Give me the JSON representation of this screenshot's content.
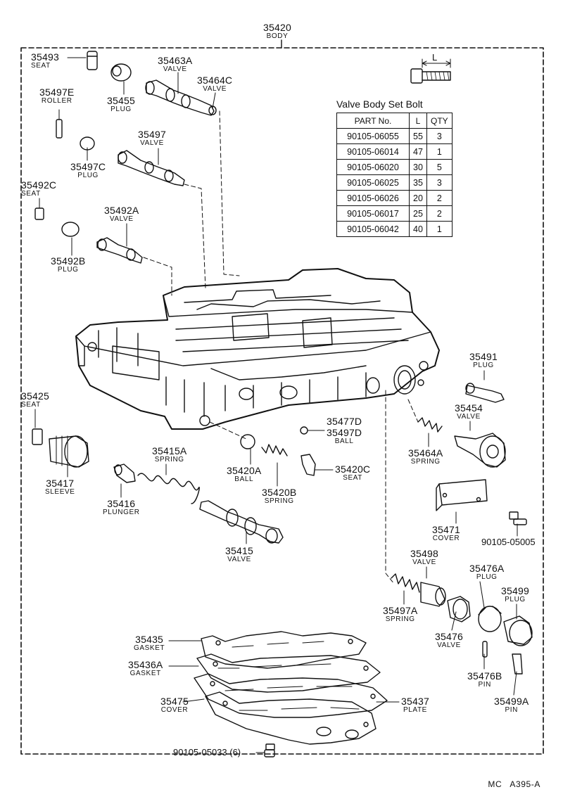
{
  "body_label": {
    "part": "35420",
    "name": "BODY"
  },
  "parts": [
    {
      "id": "35493",
      "part": "35493",
      "name": "SEAT"
    },
    {
      "id": "35455",
      "part": "35455",
      "name": "PLUG"
    },
    {
      "id": "35463a",
      "part": "35463A",
      "name": "VALVE"
    },
    {
      "id": "35464c",
      "part": "35464C",
      "name": "VALVE"
    },
    {
      "id": "35497e",
      "part": "35497E",
      "name": "ROLLER"
    },
    {
      "id": "35497",
      "part": "35497",
      "name": "VALVE"
    },
    {
      "id": "35497c",
      "part": "35497C",
      "name": "PLUG"
    },
    {
      "id": "35492c",
      "part": "35492C",
      "name": "SEAT"
    },
    {
      "id": "35492a",
      "part": "35492A",
      "name": "VALVE"
    },
    {
      "id": "35492b",
      "part": "35492B",
      "name": "PLUG"
    },
    {
      "id": "35491",
      "part": "35491",
      "name": "PLUG"
    },
    {
      "id": "35454",
      "part": "35454",
      "name": "VALVE"
    },
    {
      "id": "35464a",
      "part": "35464A",
      "name": "SPRING"
    },
    {
      "id": "35425",
      "part": "35425",
      "name": "SEAT"
    },
    {
      "id": "35417",
      "part": "35417",
      "name": "SLEEVE"
    },
    {
      "id": "35415a",
      "part": "35415A",
      "name": "SPRING"
    },
    {
      "id": "35416",
      "part": "35416",
      "name": "PLUNGER"
    },
    {
      "id": "35415",
      "part": "35415",
      "name": "VALVE"
    },
    {
      "id": "35477d",
      "part": "35477D",
      "name": ""
    },
    {
      "id": "35497d",
      "part": "35497D",
      "name": "BALL"
    },
    {
      "id": "35420a",
      "part": "35420A",
      "name": "BALL"
    },
    {
      "id": "35420b",
      "part": "35420B",
      "name": "SPRING"
    },
    {
      "id": "35420c",
      "part": "35420C",
      "name": "SEAT"
    },
    {
      "id": "35471",
      "part": "35471",
      "name": "COVER"
    },
    {
      "id": "35498",
      "part": "35498",
      "name": "VALVE"
    },
    {
      "id": "35476a",
      "part": "35476A",
      "name": "PLUG"
    },
    {
      "id": "35499",
      "part": "35499",
      "name": "PLUG"
    },
    {
      "id": "35497a",
      "part": "35497A",
      "name": "SPRING"
    },
    {
      "id": "35476",
      "part": "35476",
      "name": "VALVE"
    },
    {
      "id": "35476b",
      "part": "35476B",
      "name": "PIN"
    },
    {
      "id": "35499a",
      "part": "35499A",
      "name": "PIN"
    },
    {
      "id": "35435",
      "part": "35435",
      "name": "GASKET"
    },
    {
      "id": "35436a",
      "part": "35436A",
      "name": "GASKET"
    },
    {
      "id": "35475",
      "part": "35475",
      "name": "COVER"
    },
    {
      "id": "35437",
      "part": "35437",
      "name": "PLATE"
    }
  ],
  "bolts": {
    "b05005": "90105-05005",
    "b05033": "90105-05033 (6)"
  },
  "length_marker": "L",
  "bolt_table": {
    "title": "Valve Body Set Bolt",
    "headers": [
      "PART No.",
      "L",
      "QTY"
    ],
    "rows": [
      [
        "90105-06055",
        "55",
        "3"
      ],
      [
        "90105-06014",
        "47",
        "1"
      ],
      [
        "90105-06020",
        "30",
        "5"
      ],
      [
        "90105-06025",
        "35",
        "3"
      ],
      [
        "90105-06026",
        "20",
        "2"
      ],
      [
        "90105-06017",
        "25",
        "2"
      ],
      [
        "90105-06042",
        "40",
        "1"
      ]
    ]
  },
  "catalog_code": "MC   A395-A"
}
